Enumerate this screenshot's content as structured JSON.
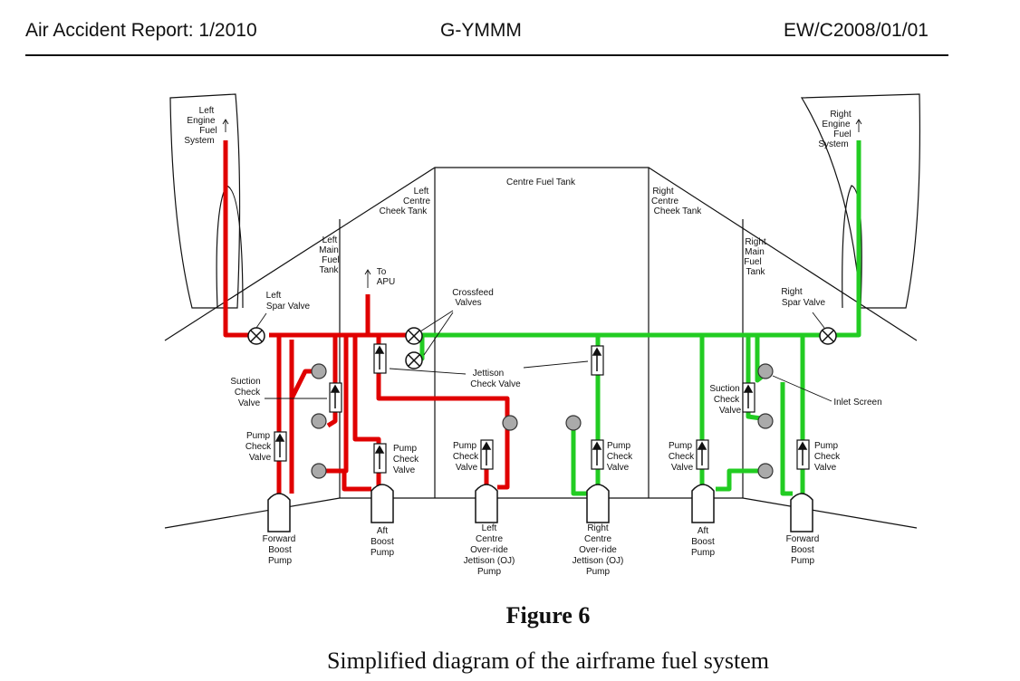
{
  "header": {
    "left": "Air Accident Report:  1/2010",
    "center": "G-YMMM",
    "right": "EW/C2008/01/01"
  },
  "figure": {
    "label": "Figure 6",
    "caption": "Simplified diagram of the airframe fuel system"
  },
  "colors": {
    "left_system": "#e00000",
    "right_system": "#22cc22",
    "outline": "#111111",
    "pump_fill": "#ffffff",
    "inlet_fill": "#aaaaaa"
  },
  "labels": {
    "left_engine": [
      "Left",
      "Engine",
      "Fuel",
      "System"
    ],
    "right_engine": [
      "Right",
      "Engine",
      "Fuel",
      "System"
    ],
    "centre_tank": "Centre Fuel Tank",
    "left_cheek": [
      "Left",
      "Centre",
      "Cheek Tank"
    ],
    "right_cheek": [
      "Right",
      "Centre",
      "Cheek Tank"
    ],
    "left_main": [
      "Left",
      "Main",
      "Fuel",
      "Tank"
    ],
    "right_main": [
      "Right",
      "Main",
      "Fuel",
      "Tank"
    ],
    "to_apu": [
      "To",
      "APU"
    ],
    "crossfeed": [
      "Crossfeed",
      "Valves"
    ],
    "left_spar": [
      "Left",
      "Spar Valve"
    ],
    "right_spar": [
      "Right",
      "Spar Valve"
    ],
    "jettison_check": [
      "Jettison",
      "Check Valve"
    ],
    "suction_left": [
      "Suction",
      "Check",
      "Valve"
    ],
    "suction_right": [
      "Suction",
      "Check",
      "Valve"
    ],
    "inlet_screen": "Inlet Screen",
    "pump_check": [
      "Pump",
      "Check",
      "Valve"
    ],
    "pump_fwd_left": [
      "Forward",
      "Boost",
      "Pump"
    ],
    "pump_aft_left": [
      "Aft",
      "Boost",
      "Pump"
    ],
    "pump_lcoj": [
      "Left",
      "Centre",
      "Over-ride",
      "Jettison (OJ)",
      "Pump"
    ],
    "pump_rcoj": [
      "Right",
      "Centre",
      "Over-ride",
      "Jettison (OJ)",
      "Pump"
    ],
    "pump_aft_right": [
      "Aft",
      "Boost",
      "Pump"
    ],
    "pump_fwd_right": [
      "Forward",
      "Boost",
      "Pump"
    ]
  }
}
